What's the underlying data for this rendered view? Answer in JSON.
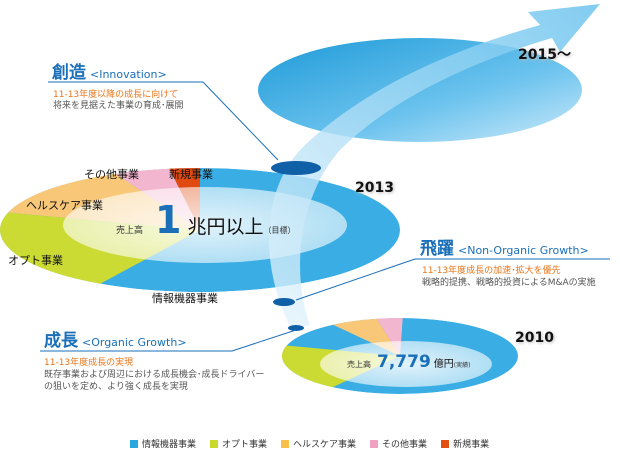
{
  "innovation": {
    "title": "創造",
    "subtitle": "<Innovation>",
    "line1": "11-13年度以降の成長に向けて",
    "line2": "将来を見据えた事業の育成･展開"
  },
  "nonorganic": {
    "title": "飛躍",
    "subtitle": "<Non-Organic Growth>",
    "line1": "11-13年度成長の加速･拡大を優先",
    "line2": "戦略的提携、戦略的投資によるM&Aの実施"
  },
  "organic": {
    "title": "成長",
    "subtitle": "<Organic Growth>",
    "line1": "11-13年度成長の実現",
    "line2": "既存事業および周辺における成長機会･成長ドライバー",
    "line3": "の狙いを定め、より強く成長を実現"
  },
  "years": {
    "y2015": "2015～",
    "y2013": "2013",
    "y2010": "2010"
  },
  "disc2013": {
    "sales_label": "売上高",
    "value": "1",
    "unit": "兆円以上",
    "note": "（目標）",
    "labels": {
      "other": "その他事業",
      "new": "新規事業",
      "health": "ヘルスケア事業",
      "optics": "オプト事業",
      "info": "情報機器事業"
    }
  },
  "disc2010": {
    "sales_label": "売上高",
    "value": "7,779",
    "unit": "億円",
    "note": "(実績)"
  },
  "legend": [
    {
      "label": "情報機器事業",
      "color": "#29a8e0"
    },
    {
      "label": "オプト事業",
      "color": "#c8d92c"
    },
    {
      "label": "ヘルスケア事業",
      "color": "#f7c04a"
    },
    {
      "label": "その他事業",
      "color": "#f0a0c0"
    },
    {
      "label": "新規事業",
      "color": "#e05010"
    }
  ]
}
